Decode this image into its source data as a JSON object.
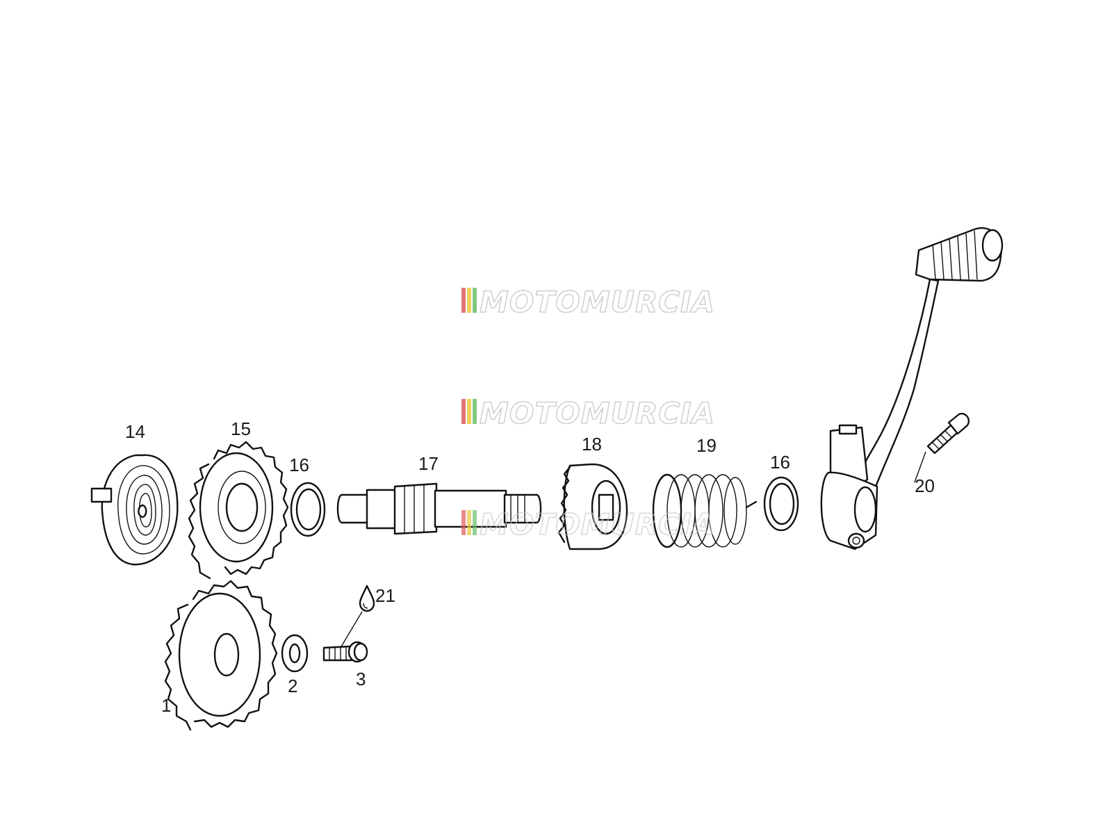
{
  "watermark": {
    "text": "MOTOMURCIA",
    "stripe_colors": [
      "#e05a5a",
      "#e8c840",
      "#6cbf6c"
    ]
  },
  "part_labels": {
    "p1": "1",
    "p2": "2",
    "p3": "3",
    "p14": "14",
    "p15": "15",
    "p16a": "16",
    "p16b": "16",
    "p17": "17",
    "p18": "18",
    "p19": "19",
    "p20": "20",
    "p21": "21"
  },
  "icons": {
    "p21_marker": "oil-drop-icon"
  }
}
